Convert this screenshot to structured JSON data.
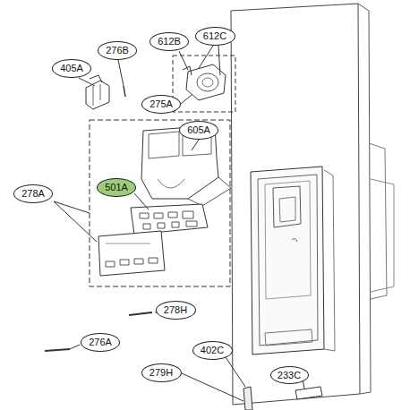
{
  "diagram": {
    "nodes": [
      {
        "text": [
          "405A"
        ]
      },
      {
        "text": [
          "276B"
        ]
      },
      {
        "text": [
          "612B"
        ]
      },
      {
        "text": [
          "612C"
        ]
      },
      {
        "text": [
          "275A"
        ]
      },
      {
        "text": [
          "605A"
        ]
      },
      {
        "text": [
          "501A"
        ]
      },
      {
        "text": [
          "278A"
        ]
      },
      {
        "text": [
          "278H"
        ]
      },
      {
        "text": [
          "276A"
        ]
      },
      {
        "text": [
          "402C"
        ]
      },
      {
        "text": [
          "279H"
        ]
      },
      {
        "text": [
          "233C"
        ]
      }
    ]
  }
}
